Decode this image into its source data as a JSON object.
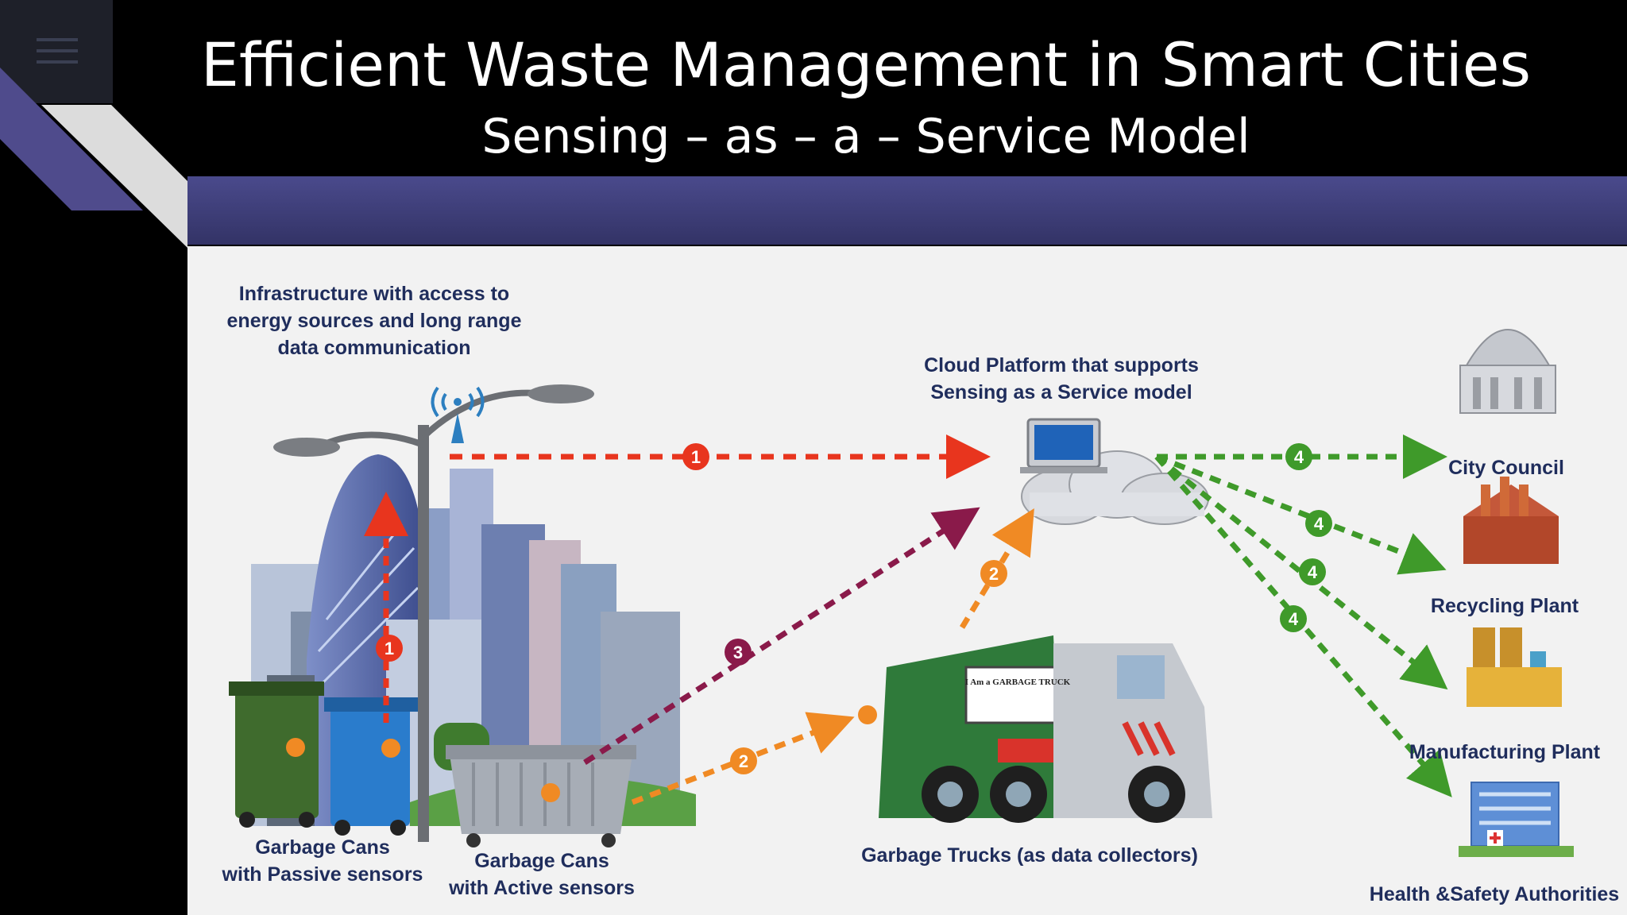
{
  "slide": {
    "title": "Efficient Waste Management in Smart Cities",
    "subtitle": "Sensing – as – a – Service Model"
  },
  "diagram": {
    "infrastructure_label": "Infrastructure with access to\nenergy sources and long range\ndata communication",
    "cloud_label": "Cloud Platform that supports\nSensing as a Service model",
    "passive_cans_label": "Garbage Cans\nwith Passive sensors",
    "active_cans_label": "Garbage Cans\nwith Active sensors",
    "trucks_label": "Garbage Trucks  (as data collectors)",
    "truck_sign": "I Am a\nGARBAGE TRUCK",
    "step_numbers": [
      "1",
      "2",
      "3",
      "4"
    ],
    "consumers": [
      "City Council",
      "Recycling Plant",
      "Manufacturing Plant",
      "Health &Safety Authorities"
    ]
  },
  "colors": {
    "step1": "#e8351e",
    "step2": "#f08a24",
    "step3": "#8a1a4a",
    "step4": "#3f9a2a",
    "band": "#3d3d7a",
    "label_text": "#1f2d5c"
  }
}
